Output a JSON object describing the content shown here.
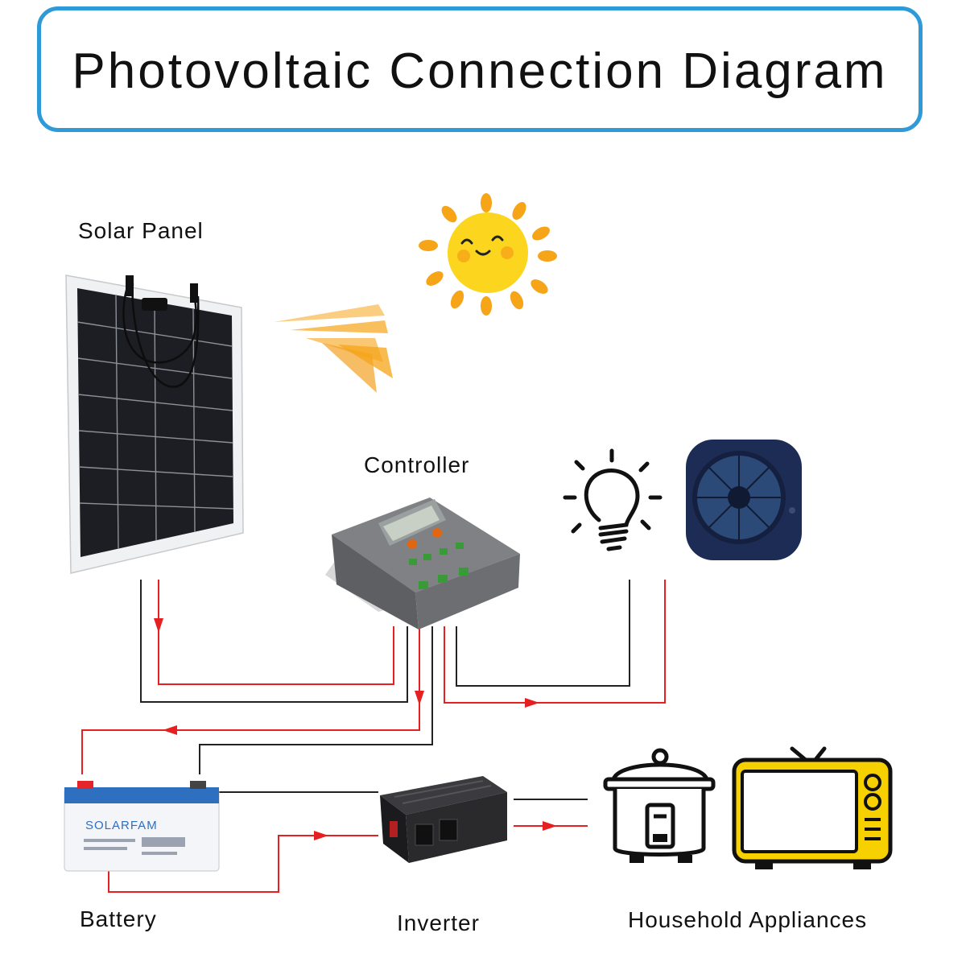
{
  "title": "Photovoltaic Connection Diagram",
  "labels": {
    "solar_panel": "Solar Panel",
    "controller": "Controller",
    "battery": "Battery",
    "inverter": "Inverter",
    "appliances": "Household Appliances"
  },
  "battery_brand": "SOLARFAM",
  "colors": {
    "title_border": "#2f9ad8",
    "positive_wire": "#e62020",
    "negative_wire": "#222222",
    "sun_body": "#fbd51e",
    "sun_rays": "#f6a418",
    "tv_body": "#f7d000",
    "fan_body": "#1c2c55",
    "controller_body": "#7f8185"
  },
  "icons": [
    "sun-icon",
    "light-bulb-icon",
    "fan-icon",
    "rice-cooker-icon",
    "tv-icon",
    "solar-panel-icon",
    "controller-icon",
    "battery-icon",
    "inverter-icon"
  ]
}
